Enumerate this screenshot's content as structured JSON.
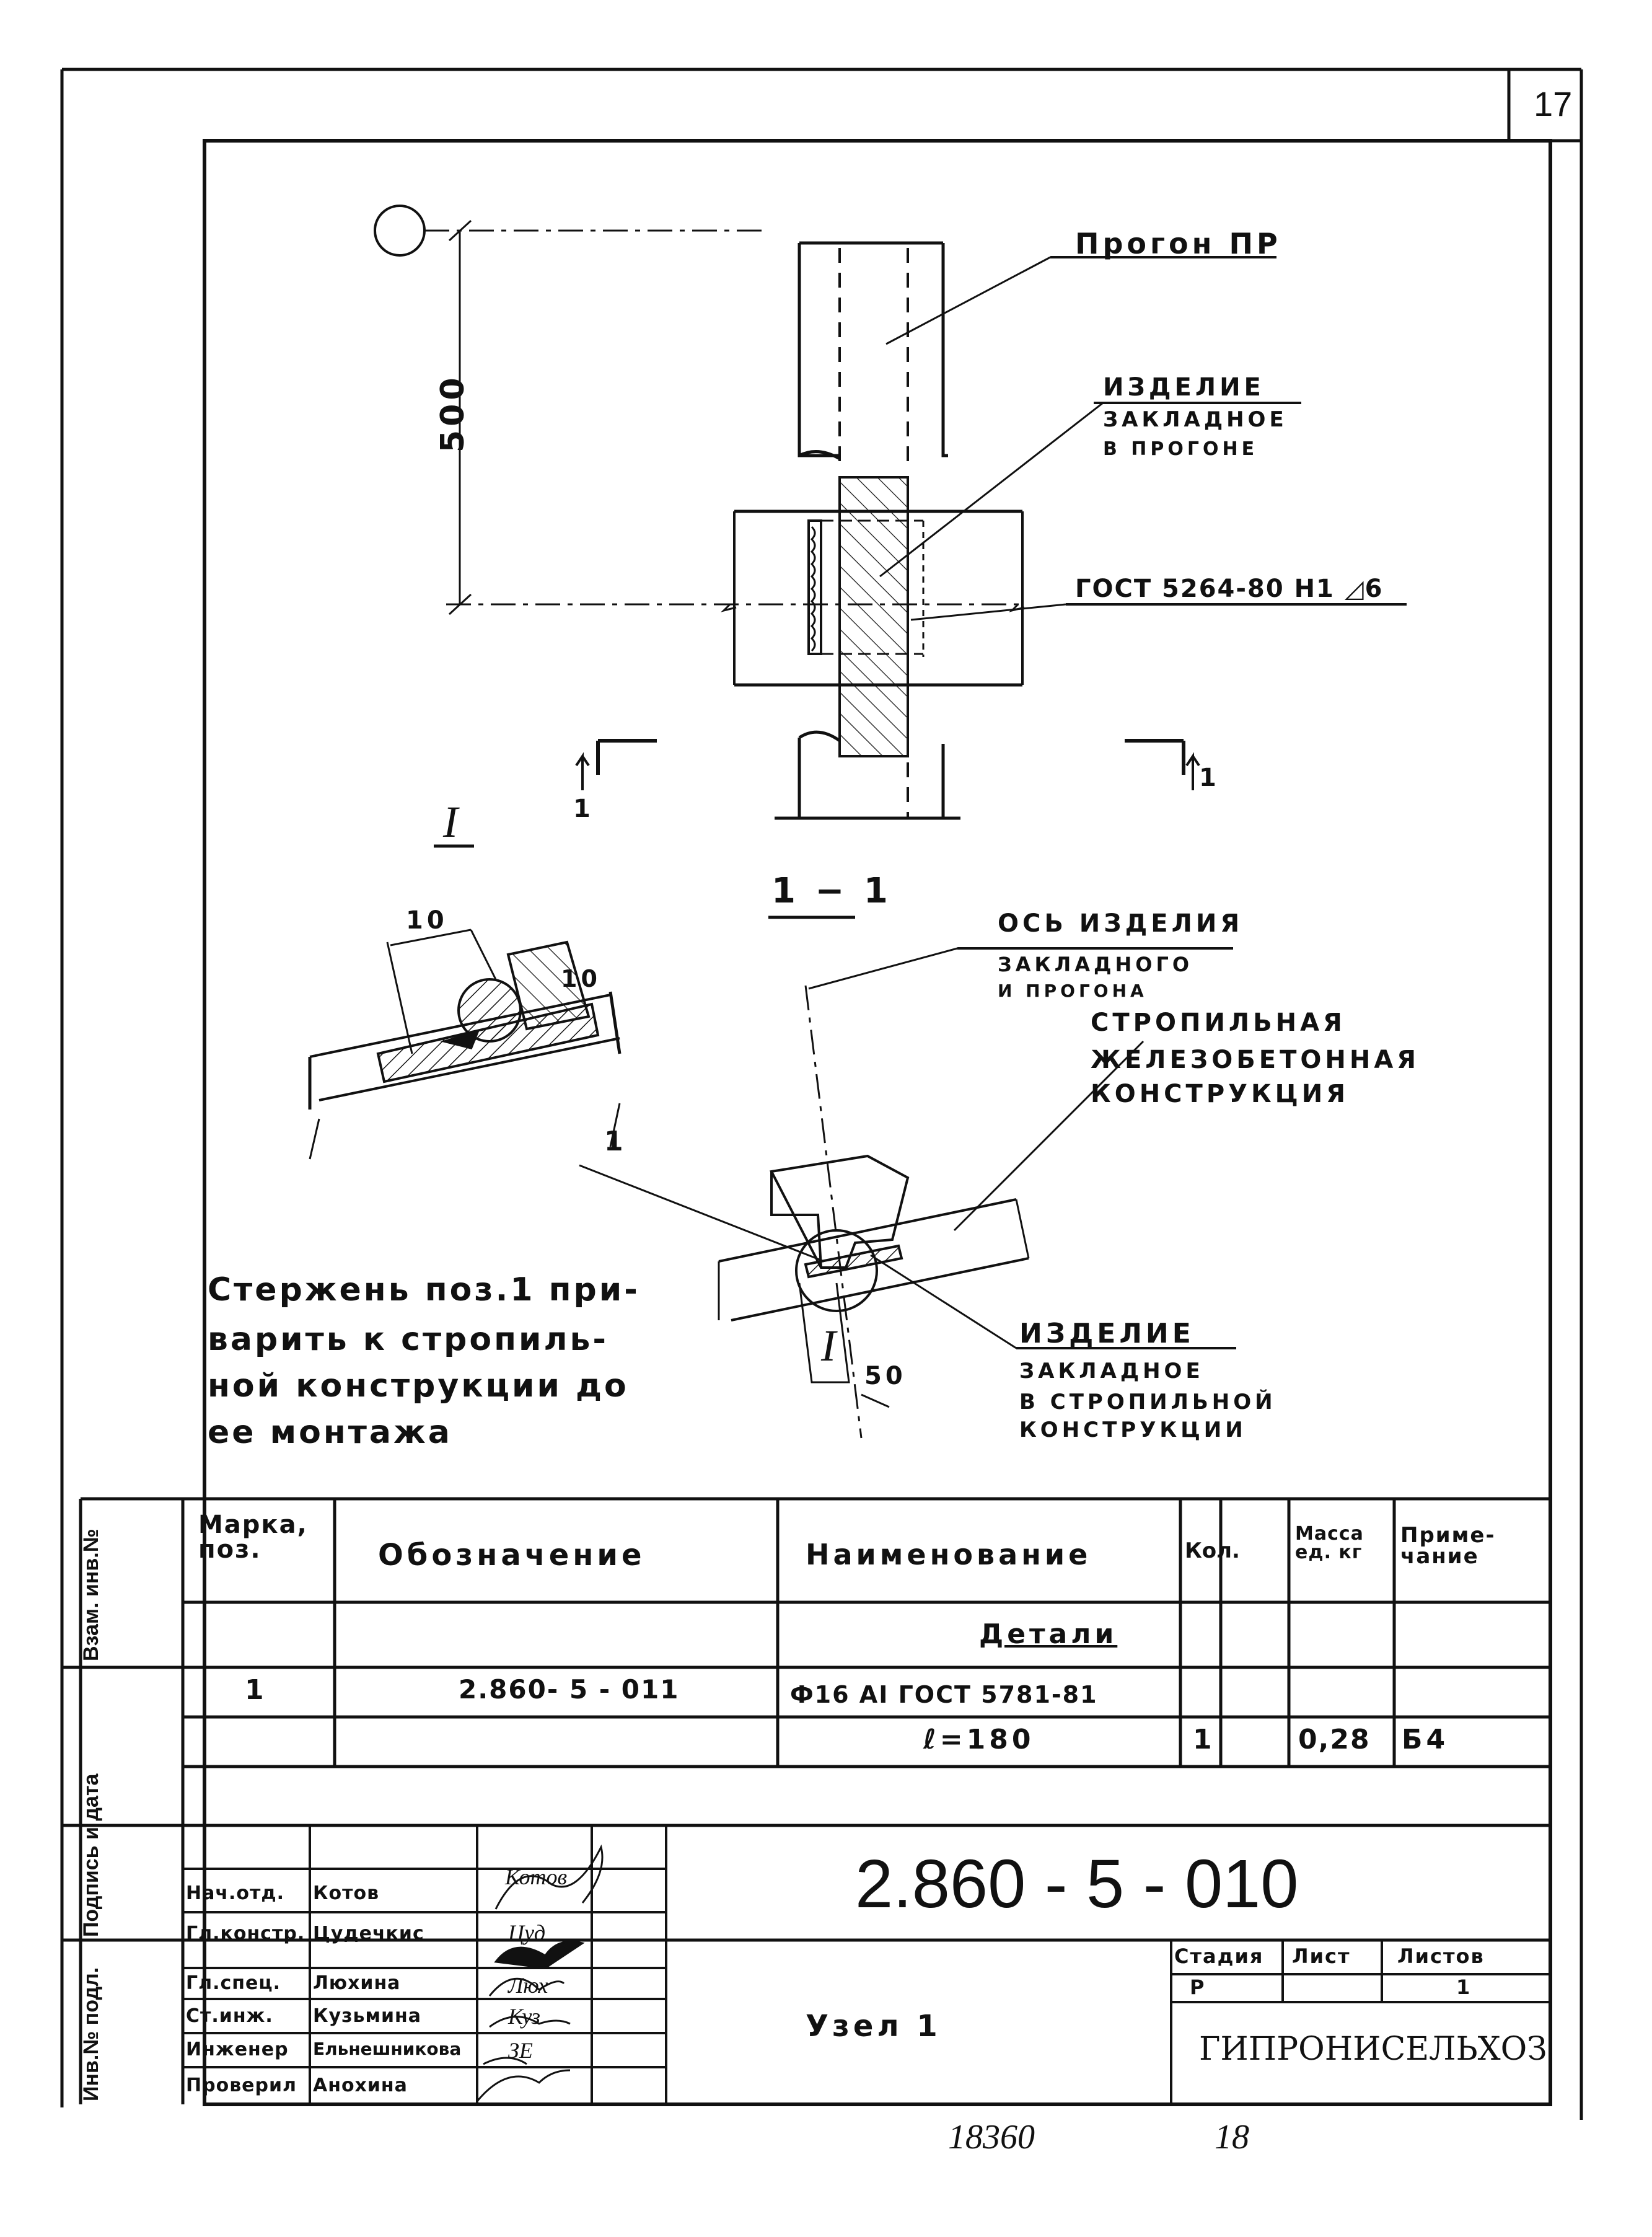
{
  "sheet": {
    "page_number": "17"
  },
  "drawing": {
    "dim_500": "500",
    "label_progon": "Прогон ПР",
    "label_izdelie_1": "ИЗДЕЛИЕ",
    "label_izdelie_2": "ЗАКЛАДНОЕ",
    "label_izdelie_3": "В ПРОГОНЕ",
    "label_gost": "ГОСТ 5264-80 Н1 ◿6",
    "section_mark_left": "1",
    "section_mark_right": "1",
    "view_I_top": "I",
    "section_title": "1 − 1",
    "dim_10_left": "10",
    "dim_10_right": "10",
    "axis_label_1": "ОСЬ ИЗДЕЛИЯ",
    "axis_label_2": "ЗАКЛАДНОГО",
    "axis_label_3": "И ПРОГОНА",
    "rafter_1": "СТРОПИЛЬНАЯ",
    "rafter_2": "ЖЕЛЕЗОБЕТОННАЯ",
    "rafter_3": "КОНСТРУКЦИЯ",
    "pos_1": "1",
    "view_I_bottom": "I",
    "dim_50": "50",
    "izd2_1": "ИЗДЕЛИЕ",
    "izd2_2": "ЗАКЛАДНОЕ",
    "izd2_3": "В СТРОПИЛЬНОЙ",
    "izd2_4": "КОНСТРУКЦИИ",
    "note_1": "Стержень поз.1 при-",
    "note_2": "варить к стропиль-",
    "note_3": "ной конструкции до",
    "note_4": "ее монтажа"
  },
  "spec": {
    "headers": {
      "mark": "Марка, поз.",
      "designation": "Обозначение",
      "name": "Наименование",
      "qty": "Кол.",
      "mass": "Масса ед. кг",
      "note": "Приме- чание"
    },
    "section_title": "Детали",
    "row1": {
      "mark": "1",
      "designation": "2.860- 5 - 011",
      "name": "Ф16 АI ГОСТ 5781-81"
    },
    "row2": {
      "name": "ℓ=180",
      "qty": "1",
      "mass": "0,28",
      "note": "Б4"
    }
  },
  "side": {
    "vzam": "Взам. инв.№",
    "podpis": "Подпись и дата",
    "inv": "Инв.№ подл."
  },
  "titleblock": {
    "code": "2.860 - 5 - 010",
    "title": "Узел 1",
    "org": "ГИПРОНИСЕЛЬХОЗ",
    "stage_h": "Стадия",
    "sheet_h": "Лист",
    "sheets_h": "Листов",
    "stage_v": "Р",
    "sheets_v": "1",
    "roles": [
      {
        "role": "Нач.отд.",
        "name": "Котов",
        "sign": "Котов"
      },
      {
        "role": "Гл.констр.",
        "name": "Цудечкис",
        "sign": "Цуд"
      },
      {
        "role": "Гл.спец.",
        "name": "Люхина",
        "sign": "Люх"
      },
      {
        "role": "Ст.инж.",
        "name": "Кузьмина",
        "sign": "Куз"
      },
      {
        "role": "Инженер",
        "name": "Ельнешникова",
        "sign": "ЗЕ"
      },
      {
        "role": "Проверил",
        "name": "Анохина",
        "sign": ""
      }
    ]
  },
  "footer": {
    "left": "18360",
    "right": "18"
  }
}
